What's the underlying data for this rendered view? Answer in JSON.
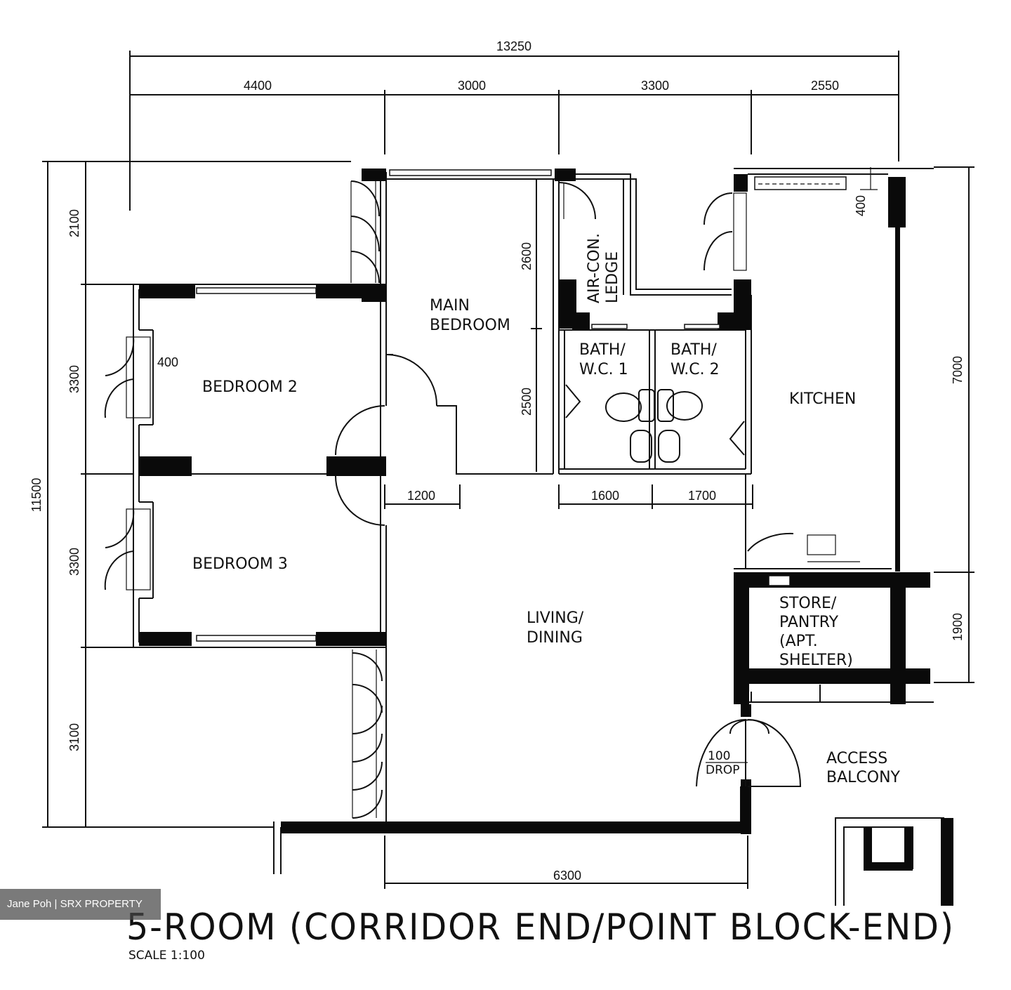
{
  "dimensions": {
    "overall_width": "13250",
    "top": [
      "4400",
      "3000",
      "3300",
      "2550"
    ],
    "left_overall": "11500",
    "left": [
      "2100",
      "3300",
      "3300",
      "3100"
    ],
    "right_upper": "7000",
    "right_lower": "1900",
    "main_bedroom_upper": "2600",
    "main_bedroom_lower": "2500",
    "corridor_width": "1200",
    "bath1_width": "1600",
    "bath2_width": "1700",
    "living_width": "6300",
    "window_400_left": "400",
    "window_400_right": "400"
  },
  "rooms": {
    "main_bedroom": [
      "MAIN",
      "BEDROOM"
    ],
    "bedroom2": "BEDROOM 2",
    "bedroom3": "BEDROOM 3",
    "aircon_ledge": [
      "AIR-CON.",
      "LEDGE"
    ],
    "bath1": [
      "BATH/",
      "W.C. 1"
    ],
    "bath2": [
      "BATH/",
      "W.C. 2"
    ],
    "kitchen": "KITCHEN",
    "living": [
      "LIVING/",
      "DINING"
    ],
    "store": [
      "STORE/",
      "PANTRY",
      "(APT.",
      "SHELTER)"
    ],
    "access_balcony": [
      "ACCESS",
      "BALCONY"
    ]
  },
  "notes": {
    "drop_value": "100",
    "drop_label": "DROP"
  },
  "title": "5-ROOM (CORRIDOR END/POINT BLOCK-END)",
  "scale": "SCALE 1:100",
  "watermark": "Jane Poh | SRX PROPERTY"
}
